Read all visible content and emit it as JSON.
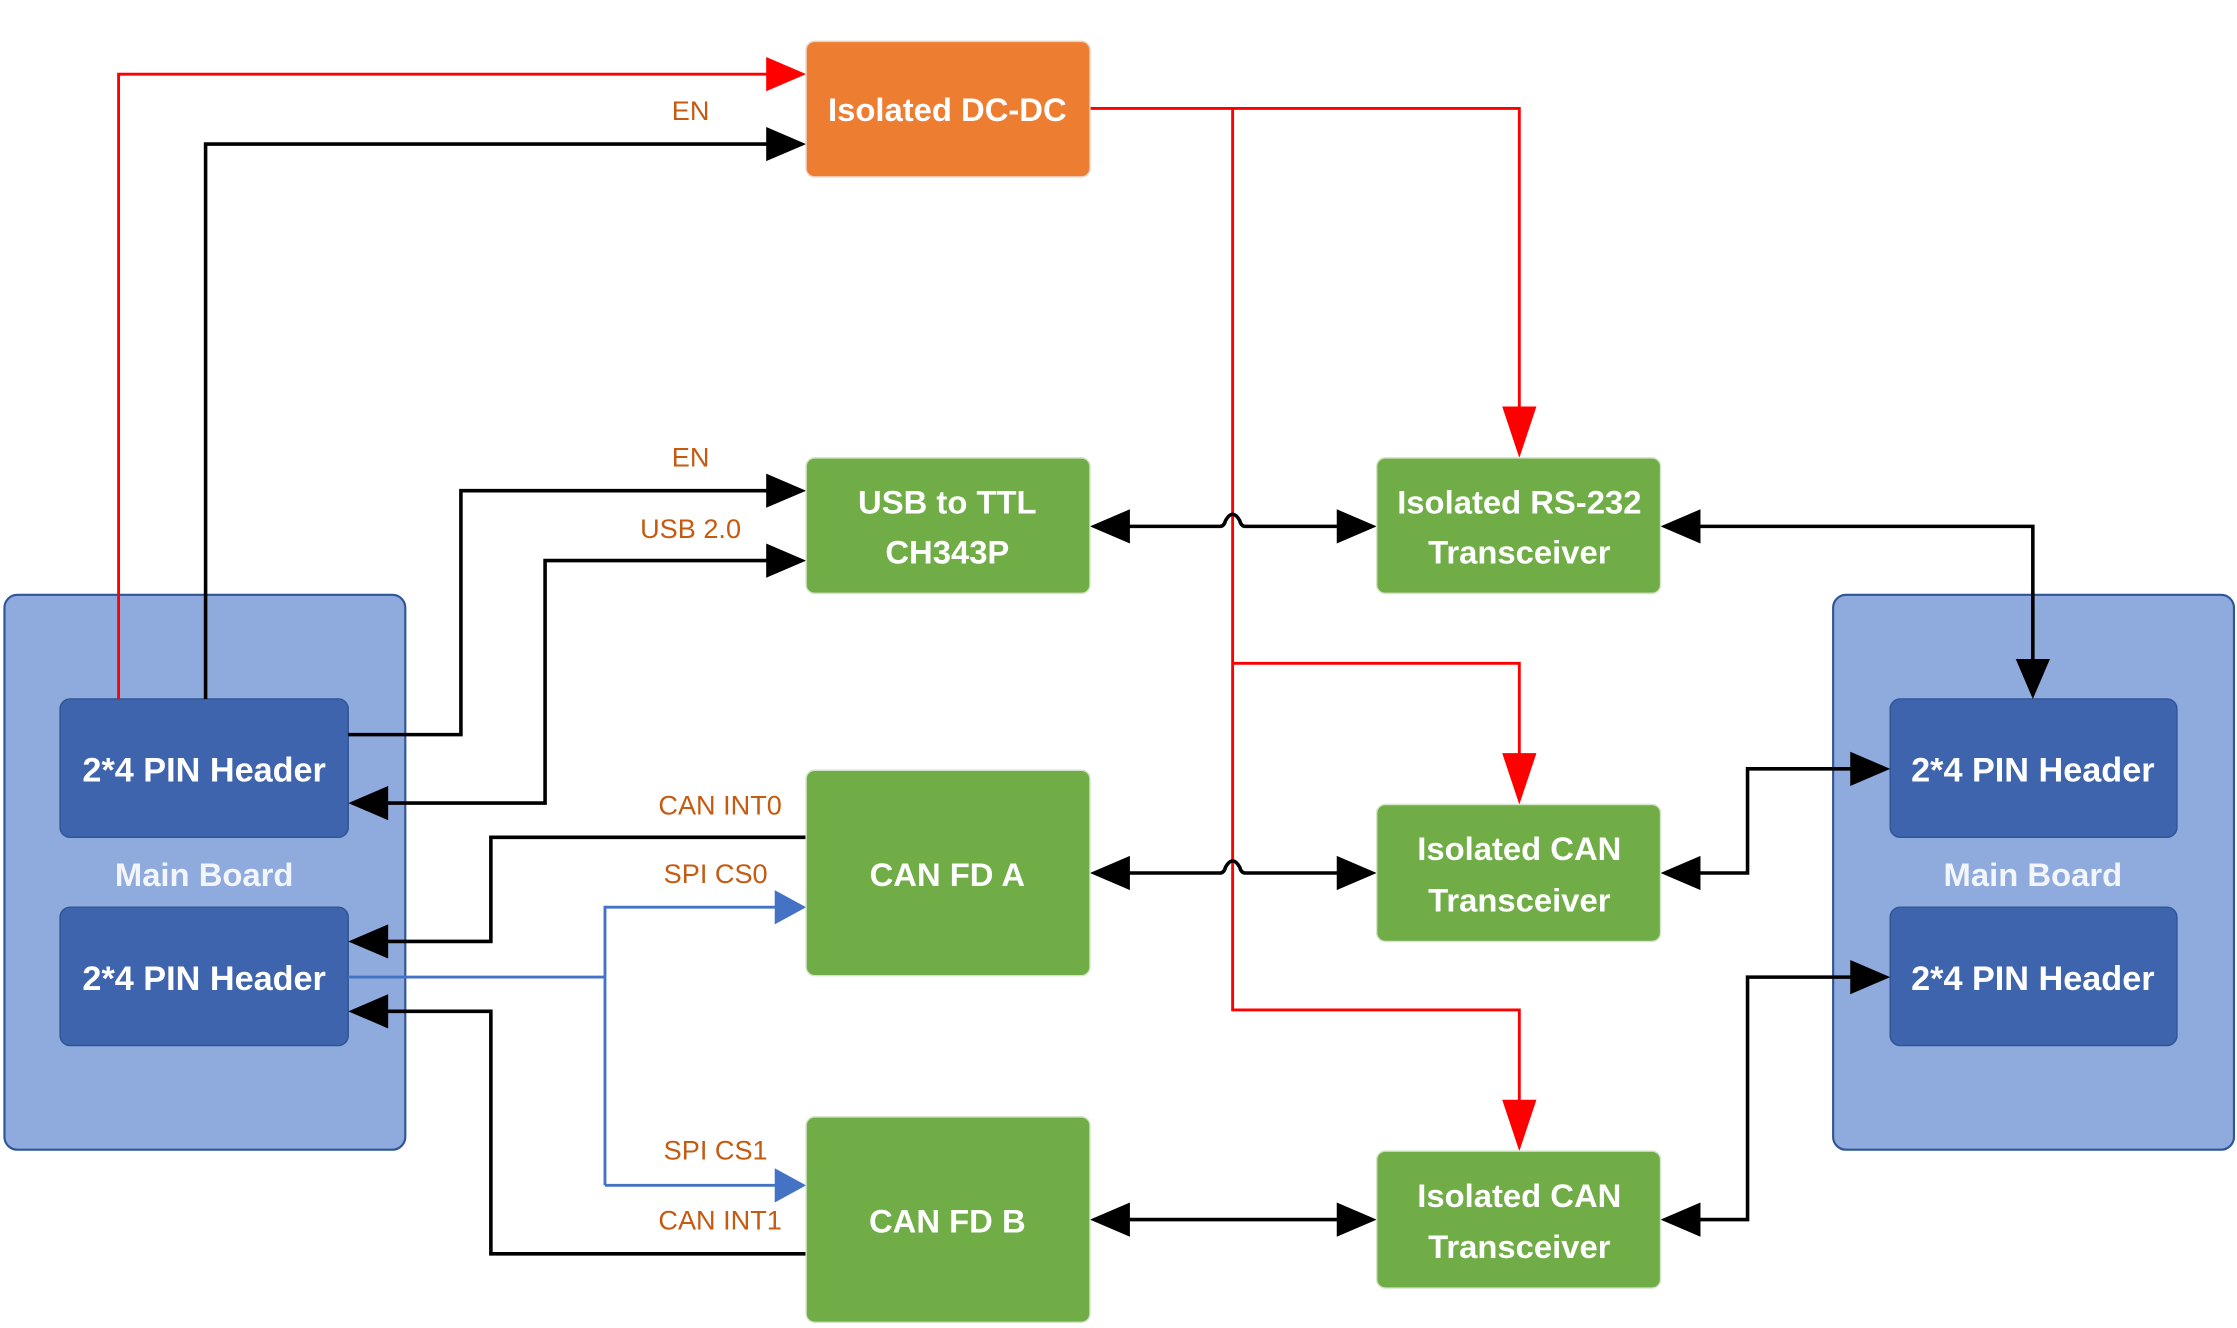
{
  "colors": {
    "power_line": "#ff0000",
    "signal_line": "#000000",
    "spi_line": "#4472c4",
    "power_block": "#ed7d31",
    "function_block": "#70ad47",
    "board_bg": "#8faadc",
    "board_border": "#2f5597",
    "header_block": "#3e64ad",
    "label_text": "#c55a11"
  },
  "blocks": {
    "dcdc": {
      "label": "Isolated DC-DC"
    },
    "usb_ttl": {
      "line1": "USB to TTL",
      "line2": "CH343P"
    },
    "can_fd_a": {
      "label": "CAN FD A"
    },
    "can_fd_b": {
      "label": "CAN FD B"
    },
    "rs232": {
      "line1": "Isolated RS-232",
      "line2": "Transceiver"
    },
    "can_xcvr_1": {
      "line1": "Isolated CAN",
      "line2": "Transceiver"
    },
    "can_xcvr_2": {
      "line1": "Isolated CAN",
      "line2": "Transceiver"
    }
  },
  "left_board": {
    "label": "Main Board",
    "header_top": "2*4 PIN Header",
    "header_bottom": "2*4 PIN Header"
  },
  "right_board": {
    "label": "Main Board",
    "header_top": "2*4 PIN Header",
    "header_bottom": "2*4 PIN Header"
  },
  "signals": {
    "dcdc_en": "EN",
    "usb_en": "EN",
    "usb_data": "USB 2.0",
    "can_int0": "CAN INT0",
    "spi_cs0": "SPI CS0",
    "spi_cs1": "SPI CS1",
    "can_int1": "CAN INT1"
  }
}
